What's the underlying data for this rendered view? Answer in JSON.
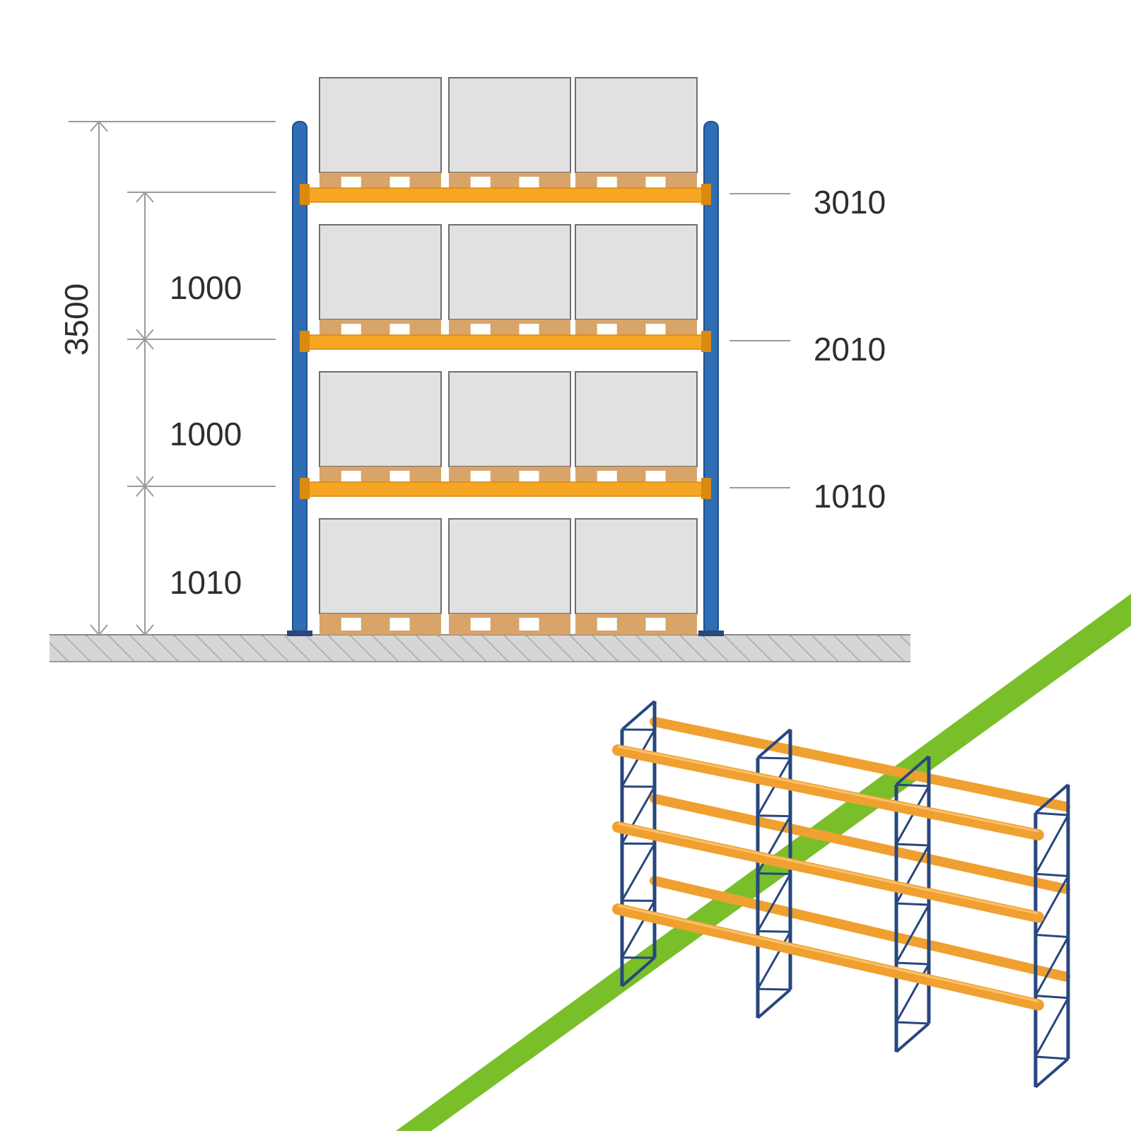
{
  "dimensions": {
    "total_height": "3500",
    "spacings": [
      "1000",
      "1000",
      "1010"
    ],
    "beam_levels": [
      "3010",
      "2010",
      "1010"
    ]
  },
  "colors": {
    "upright": "#2f6db5",
    "upright_dark": "#1f4f8c",
    "beam": "#f6a623",
    "beam_dark": "#d98a10",
    "pallet": "#d8a469",
    "load": "#e1e1e1",
    "load_stroke": "#6f6f6f",
    "floor": "#d0d0d0",
    "floor_hatch": "#a9a9a9",
    "dim_line": "#9a9a9a",
    "frame_3d": "#27477e",
    "beam_3d": "#f0a030",
    "green_band": "#79bf2a"
  }
}
